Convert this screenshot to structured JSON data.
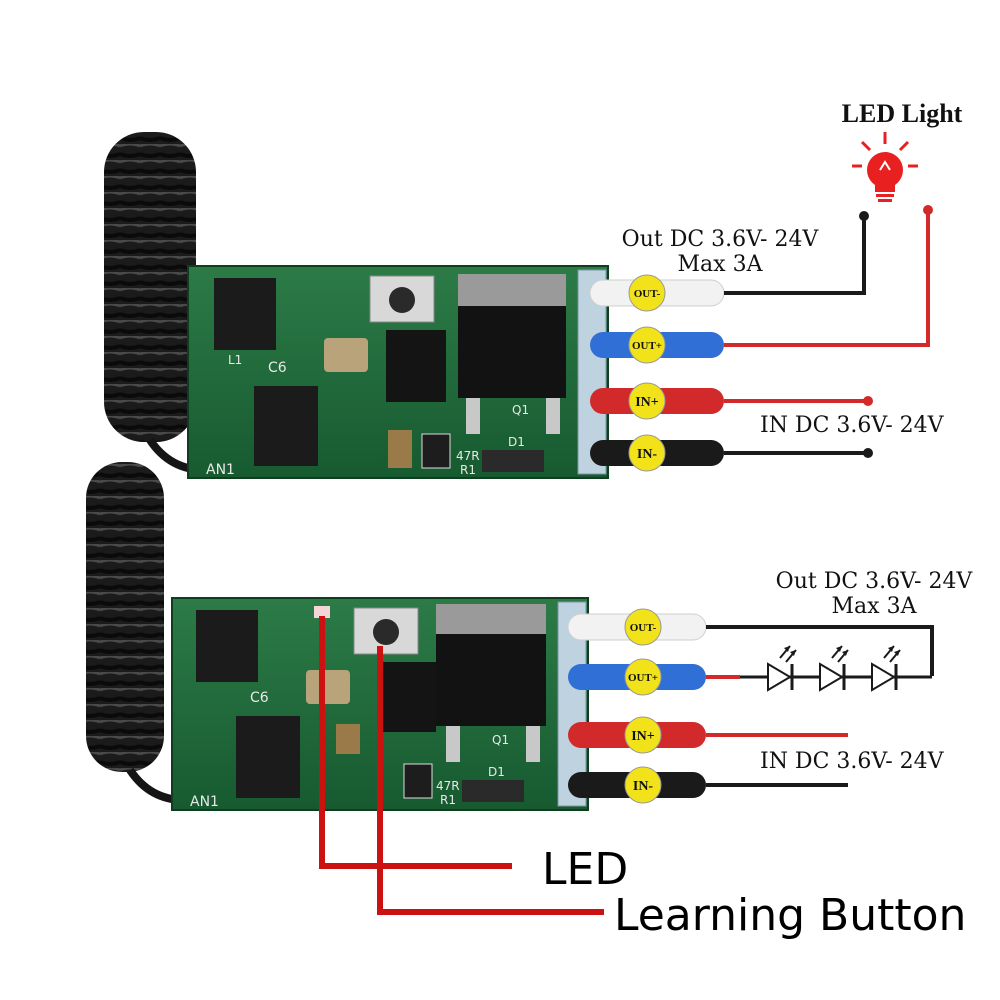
{
  "top_module": {
    "led_light_label": "LED Light",
    "output_label_line1": "Out DC 3.6V- 24V",
    "output_label_line2": "Max 3A",
    "input_label": "IN DC 3.6V- 24V",
    "wire_badges": [
      "OUT-",
      "OUT+",
      "IN+",
      "IN-"
    ],
    "pcb_marks": {
      "cap": "C6",
      "antenna": "AN1",
      "resistor": "47R",
      "r1": "R1",
      "d1": "D1",
      "q1": "Q1",
      "l1": "L1"
    }
  },
  "bottom_module": {
    "output_label_line1": "Out DC 3.6V- 24V",
    "output_label_line2": "Max 3A",
    "input_label": "IN DC 3.6V- 24V",
    "wire_badges": [
      "OUT-",
      "OUT+",
      "IN+",
      "IN-"
    ],
    "pcb_marks": {
      "cap": "C6",
      "antenna": "AN1",
      "resistor": "47R",
      "r1": "R1",
      "d1": "D1",
      "q1": "Q1"
    }
  },
  "callouts": {
    "led": "LED",
    "learning_button": "Learning Button"
  },
  "colors": {
    "pcb": "#1f6a3a",
    "wire_red": "#d22a2a",
    "wire_blue": "#2f6fd6",
    "wire_white": "#f2f2f2",
    "wire_black": "#1a1a1a",
    "badge": "#f2e21a",
    "bulb": "#e8201f",
    "callout_line": "#cc1111"
  }
}
